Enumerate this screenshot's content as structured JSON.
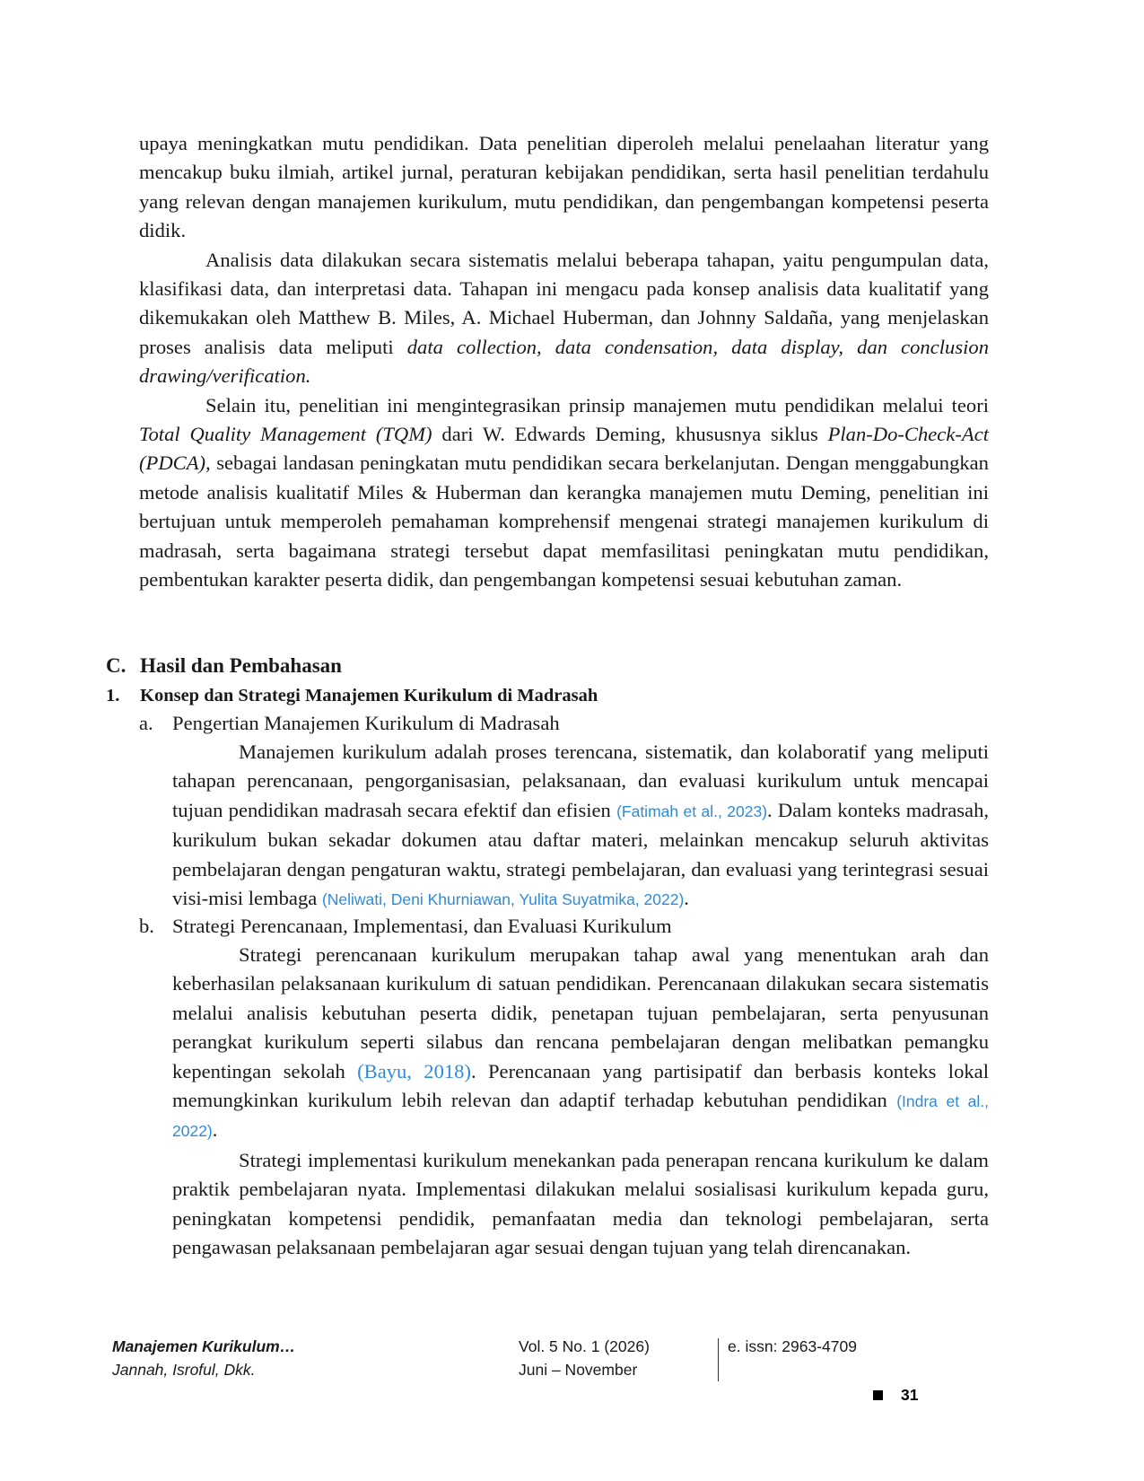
{
  "intro": {
    "p1_text": "upaya meningkatkan mutu pendidikan. Data penelitian diperoleh melalui penelaahan literatur yang mencakup buku ilmiah, artikel jurnal, peraturan kebijakan pendidikan, serta hasil penelitian terdahulu yang relevan dengan manajemen kurikulum, mutu pendidikan, dan pengembangan kompetensi peserta didik.",
    "p2_text": "Analisis data dilakukan secara sistematis melalui beberapa tahapan, yaitu pengumpulan data, klasifikasi data, dan interpretasi data. Tahapan ini mengacu pada konsep analisis data kualitatif yang dikemukakan oleh Matthew B. Miles, A. Michael Huberman, dan Johnny Saldaña, yang menjelaskan proses analisis data meliputi",
    "p2_italic": "data collection, data condensation, data display, dan conclusion drawing/verification.",
    "p3_a": "Selain itu, penelitian ini mengintegrasikan prinsip manajemen mutu pendidikan melalui teori",
    "p3_tqm": "Total Quality Management (TQM)",
    "p3_b": "dari W. Edwards Deming, khususnya siklus",
    "p3_pdca": "Plan-Do-Check-Act (PDCA),",
    "p3_c": "sebagai landasan peningkatan mutu pendidikan secara berkelanjutan. Dengan menggabungkan metode analisis kualitatif Miles & Huberman dan kerangka manajemen mutu Deming, penelitian ini bertujuan untuk memperoleh pemahaman komprehensif mengenai strategi manajemen kurikulum di madrasah, serta bagaimana strategi tersebut dapat memfasilitasi peningkatan mutu pendidikan, pembentukan karakter peserta didik, dan pengembangan kompetensi sesuai kebutuhan zaman."
  },
  "section_c": {
    "number": "C.",
    "title": "Hasil dan Pembahasan"
  },
  "subsection_1": {
    "number": "1.",
    "title": "Konsep dan Strategi Manajemen Kurikulum di Madrasah"
  },
  "item_a": {
    "label": "a.",
    "title": "Pengertian Manajemen Kurikulum di Madrasah",
    "text_1": "Manajemen kurikulum adalah proses terencana, sistematik, dan kolaboratif yang meliputi tahapan perencanaan, pengorganisasian, pelaksanaan, dan evaluasi kurikulum untuk mencapai tujuan pendidikan madrasah secara efektif dan efisien",
    "cite_1": "(Fatimah et al., 2023)",
    "text_2": ". Dalam konteks madrasah, kurikulum bukan sekadar dokumen atau daftar materi, melainkan mencakup seluruh aktivitas pembelajaran dengan pengaturan waktu, strategi pembelajaran, dan evaluasi yang terintegrasi sesuai visi-misi lembaga",
    "cite_2": "(Neliwati, Deni Khurniawan, Yulita Suyatmika, 2022)",
    "text_3": "."
  },
  "item_b": {
    "label": "b.",
    "title": "Strategi Perencanaan, Implementasi, dan Evaluasi Kurikulum",
    "p1_text_1": "Strategi perencanaan kurikulum merupakan tahap awal yang menentukan arah dan keberhasilan pelaksanaan kurikulum di satuan pendidikan. Perencanaan dilakukan secara sistematis melalui analisis kebutuhan peserta didik, penetapan tujuan pembelajaran, serta penyusunan perangkat kurikulum seperti silabus dan rencana pembelajaran dengan melibatkan pemangku kepentingan sekolah",
    "p1_cite_1": "(Bayu, 2018)",
    "p1_text_2": ". Perencanaan yang partisipatif dan berbasis konteks lokal memungkinkan kurikulum lebih relevan dan adaptif terhadap kebutuhan pendidikan",
    "p1_cite_2": "(Indra et al., 2022)",
    "p1_text_3": ".",
    "p2_text": "Strategi implementasi kurikulum menekankan pada penerapan rencana kurikulum ke dalam praktik pembelajaran nyata. Implementasi dilakukan melalui sosialisasi kurikulum kepada guru, peningkatan kompetensi pendidik, pemanfaatan media dan teknologi pembelajaran, serta pengawasan pelaksanaan pembelajaran agar sesuai dengan tujuan yang telah direncanakan."
  },
  "footer": {
    "title": "Manajemen Kurikulum…",
    "authors": "Jannah, Isroful, Dkk.",
    "volume": "Vol. 5 No. 1 (2026)",
    "period": "Juni – November",
    "issn": "e. issn: 2963-4709",
    "page_number": "31"
  }
}
